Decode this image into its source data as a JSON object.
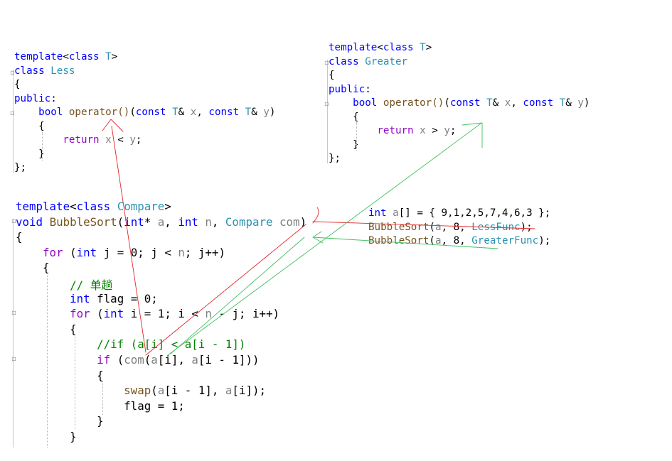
{
  "less_block": {
    "lines": [
      [
        [
          "kw",
          "template"
        ],
        [
          "op",
          "<"
        ],
        [
          "kw",
          "class"
        ],
        [
          "nm",
          " "
        ],
        [
          "ty",
          "T"
        ],
        [
          "op",
          ">"
        ]
      ],
      [
        [
          "kw",
          "class"
        ],
        [
          "nm",
          " "
        ],
        [
          "ty",
          "Less"
        ]
      ],
      [
        [
          "op",
          "{"
        ]
      ],
      [
        [
          "kw",
          "public"
        ],
        [
          "op",
          ":"
        ]
      ],
      [
        [
          "nm",
          "    "
        ],
        [
          "kw",
          "bool"
        ],
        [
          "nm",
          " "
        ],
        [
          "fn",
          "operator()"
        ],
        [
          "op",
          "("
        ],
        [
          "kw",
          "const"
        ],
        [
          "nm",
          " "
        ],
        [
          "ty",
          "T"
        ],
        [
          "op",
          "&"
        ],
        [
          "nm",
          " "
        ],
        [
          "pr",
          "x"
        ],
        [
          "op",
          ", "
        ],
        [
          "kw",
          "const"
        ],
        [
          "nm",
          " "
        ],
        [
          "ty",
          "T"
        ],
        [
          "op",
          "&"
        ],
        [
          "nm",
          " "
        ],
        [
          "pr",
          "y"
        ],
        [
          "op",
          ")"
        ]
      ],
      [
        [
          "nm",
          "    "
        ],
        [
          "op",
          "{"
        ]
      ],
      [
        [
          "nm",
          "        "
        ],
        [
          "kw2",
          "return"
        ],
        [
          "nm",
          " "
        ],
        [
          "pr",
          "x"
        ],
        [
          "op",
          " < "
        ],
        [
          "pr",
          "y"
        ],
        [
          "op",
          ";"
        ]
      ],
      [
        [
          "nm",
          "    "
        ],
        [
          "op",
          "}"
        ]
      ],
      [
        [
          "op",
          "};"
        ]
      ]
    ]
  },
  "greater_block": {
    "lines": [
      [
        [
          "kw",
          "template"
        ],
        [
          "op",
          "<"
        ],
        [
          "kw",
          "class"
        ],
        [
          "nm",
          " "
        ],
        [
          "ty",
          "T"
        ],
        [
          "op",
          ">"
        ]
      ],
      [
        [
          "kw",
          "class"
        ],
        [
          "nm",
          " "
        ],
        [
          "ty",
          "Greater"
        ]
      ],
      [
        [
          "op",
          "{"
        ]
      ],
      [
        [
          "kw",
          "public"
        ],
        [
          "op",
          ":"
        ]
      ],
      [
        [
          "nm",
          "    "
        ],
        [
          "kw",
          "bool"
        ],
        [
          "nm",
          " "
        ],
        [
          "fn",
          "operator()"
        ],
        [
          "op",
          "("
        ],
        [
          "kw",
          "const"
        ],
        [
          "nm",
          " "
        ],
        [
          "ty",
          "T"
        ],
        [
          "op",
          "&"
        ],
        [
          "nm",
          " "
        ],
        [
          "pr",
          "x"
        ],
        [
          "op",
          ", "
        ],
        [
          "kw",
          "const"
        ],
        [
          "nm",
          " "
        ],
        [
          "ty",
          "T"
        ],
        [
          "op",
          "&"
        ],
        [
          "nm",
          " "
        ],
        [
          "pr",
          "y"
        ],
        [
          "op",
          ")"
        ]
      ],
      [
        [
          "nm",
          "    "
        ],
        [
          "op",
          "{"
        ]
      ],
      [
        [
          "nm",
          "        "
        ],
        [
          "kw2",
          "return"
        ],
        [
          "nm",
          " "
        ],
        [
          "pr",
          "x"
        ],
        [
          "op",
          " > "
        ],
        [
          "pr",
          "y"
        ],
        [
          "op",
          ";"
        ]
      ],
      [
        [
          "nm",
          "    "
        ],
        [
          "op",
          "}"
        ]
      ],
      [
        [
          "op",
          "};"
        ]
      ]
    ]
  },
  "sort_block": {
    "lines": [
      [
        [
          "kw",
          "template"
        ],
        [
          "op",
          "<"
        ],
        [
          "kw",
          "class"
        ],
        [
          "nm",
          " "
        ],
        [
          "ty",
          "Compare"
        ],
        [
          "op",
          ">"
        ]
      ],
      [
        [
          "kw",
          "void"
        ],
        [
          "nm",
          " "
        ],
        [
          "fn",
          "BubbleSort"
        ],
        [
          "op",
          "("
        ],
        [
          "kw",
          "int"
        ],
        [
          "op",
          "*"
        ],
        [
          "nm",
          " "
        ],
        [
          "pr",
          "a"
        ],
        [
          "op",
          ", "
        ],
        [
          "kw",
          "int"
        ],
        [
          "nm",
          " "
        ],
        [
          "pr",
          "n"
        ],
        [
          "op",
          ", "
        ],
        [
          "ty",
          "Compare"
        ],
        [
          "nm",
          " "
        ],
        [
          "pr",
          "com"
        ],
        [
          "op",
          ")"
        ]
      ],
      [
        [
          "op",
          "{"
        ]
      ],
      [
        [
          "nm",
          "    "
        ],
        [
          "kw2",
          "for"
        ],
        [
          "nm",
          " "
        ],
        [
          "op",
          "("
        ],
        [
          "kw",
          "int"
        ],
        [
          "nm",
          " "
        ],
        [
          "nm",
          "j"
        ],
        [
          "op",
          " = "
        ],
        [
          "nm",
          "0"
        ],
        [
          "op",
          "; "
        ],
        [
          "nm",
          "j"
        ],
        [
          "op",
          " < "
        ],
        [
          "pr",
          "n"
        ],
        [
          "op",
          "; "
        ],
        [
          "nm",
          "j"
        ],
        [
          "op",
          "++)"
        ]
      ],
      [
        [
          "nm",
          "    "
        ],
        [
          "op",
          "{"
        ]
      ],
      [
        [
          "nm",
          "        "
        ],
        [
          "ct",
          "// 单趟"
        ]
      ],
      [
        [
          "nm",
          "        "
        ],
        [
          "kw",
          "int"
        ],
        [
          "nm",
          " "
        ],
        [
          "nm",
          "flag"
        ],
        [
          "op",
          " = "
        ],
        [
          "nm",
          "0"
        ],
        [
          "op",
          ";"
        ]
      ],
      [
        [
          "nm",
          "        "
        ],
        [
          "kw2",
          "for"
        ],
        [
          "nm",
          " "
        ],
        [
          "op",
          "("
        ],
        [
          "kw",
          "int"
        ],
        [
          "nm",
          " "
        ],
        [
          "nm",
          "i"
        ],
        [
          "op",
          " = "
        ],
        [
          "nm",
          "1"
        ],
        [
          "op",
          "; "
        ],
        [
          "nm",
          "i"
        ],
        [
          "op",
          " < "
        ],
        [
          "pr",
          "n"
        ],
        [
          "op",
          " - "
        ],
        [
          "nm",
          "j"
        ],
        [
          "op",
          "; "
        ],
        [
          "nm",
          "i"
        ],
        [
          "op",
          "++)"
        ]
      ],
      [
        [
          "nm",
          "        "
        ],
        [
          "op",
          "{"
        ]
      ],
      [
        [
          "nm",
          "            "
        ],
        [
          "ct",
          "//if (a[i] < a[i - 1])"
        ]
      ],
      [
        [
          "nm",
          "            "
        ],
        [
          "kw2",
          "if"
        ],
        [
          "nm",
          " "
        ],
        [
          "op",
          "("
        ],
        [
          "pr",
          "com"
        ],
        [
          "op",
          "("
        ],
        [
          "pr",
          "a"
        ],
        [
          "op",
          "["
        ],
        [
          "nm",
          "i"
        ],
        [
          "op",
          "], "
        ],
        [
          "pr",
          "a"
        ],
        [
          "op",
          "["
        ],
        [
          "nm",
          "i"
        ],
        [
          "op",
          " - "
        ],
        [
          "nm",
          "1"
        ],
        [
          "op",
          "]))"
        ]
      ],
      [
        [
          "nm",
          "            "
        ],
        [
          "op",
          "{"
        ]
      ],
      [
        [
          "nm",
          "                "
        ],
        [
          "fn",
          "swap"
        ],
        [
          "op",
          "("
        ],
        [
          "pr",
          "a"
        ],
        [
          "op",
          "["
        ],
        [
          "nm",
          "i"
        ],
        [
          "op",
          " - "
        ],
        [
          "nm",
          "1"
        ],
        [
          "op",
          "], "
        ],
        [
          "pr",
          "a"
        ],
        [
          "op",
          "["
        ],
        [
          "nm",
          "i"
        ],
        [
          "op",
          "]);"
        ]
      ],
      [
        [
          "nm",
          "                "
        ],
        [
          "nm",
          "flag"
        ],
        [
          "op",
          " = "
        ],
        [
          "nm",
          "1"
        ],
        [
          "op",
          ";"
        ]
      ],
      [
        [
          "nm",
          "            "
        ],
        [
          "op",
          "}"
        ]
      ],
      [
        [
          "nm",
          "        "
        ],
        [
          "op",
          "}"
        ]
      ]
    ]
  },
  "main_block": {
    "lines": [
      [
        [
          "kw",
          "int"
        ],
        [
          "nm",
          " "
        ],
        [
          "pr",
          "a"
        ],
        [
          "op",
          "[] = { "
        ],
        [
          "nm",
          "9,1,2,5,7,4,6,3"
        ],
        [
          "op",
          " };"
        ]
      ],
      [
        [
          "fn",
          "BubbleSort"
        ],
        [
          "op",
          "("
        ],
        [
          "pr",
          "a"
        ],
        [
          "op",
          ", "
        ],
        [
          "nm",
          "8"
        ],
        [
          "op",
          ", "
        ],
        [
          "ty",
          "LessFunc"
        ],
        [
          "op",
          ");"
        ]
      ],
      [
        [
          "fn",
          "BubbleSort"
        ],
        [
          "op",
          "("
        ],
        [
          "pr",
          "a"
        ],
        [
          "op",
          ", "
        ],
        [
          "nm",
          "8"
        ],
        [
          "op",
          ", "
        ],
        [
          "ty",
          "GreaterFunc"
        ],
        [
          "op",
          ");"
        ]
      ]
    ]
  },
  "annotation_colors": {
    "red": "#e5262b",
    "green": "#3fbf5f"
  }
}
